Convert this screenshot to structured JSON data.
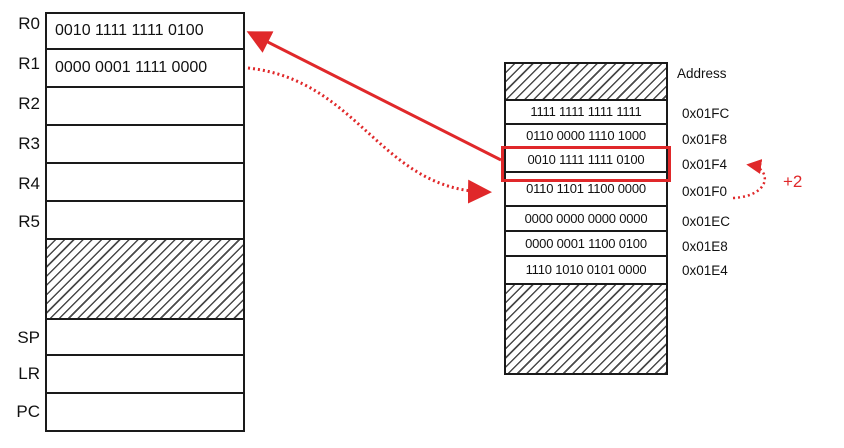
{
  "registers": [
    {
      "name": "R0",
      "value": "0010 1111 1111 0100"
    },
    {
      "name": "R1",
      "value": "0000 0001 1111 0000"
    },
    {
      "name": "R2",
      "value": ""
    },
    {
      "name": "R3",
      "value": ""
    },
    {
      "name": "R4",
      "value": ""
    },
    {
      "name": "R5",
      "value": ""
    },
    {
      "name": "SP",
      "value": ""
    },
    {
      "name": "LR",
      "value": ""
    },
    {
      "name": "PC",
      "value": ""
    }
  ],
  "memory": {
    "header": "Address",
    "cells": [
      {
        "value": "1111 1111 1111 1111",
        "address": "0x01FC"
      },
      {
        "value": "0110 0000 1110 1000",
        "address": "0x01F8"
      },
      {
        "value": "0010 1111 1111 0100",
        "address": "0x01F4"
      },
      {
        "value": "0110 1101 1100 0000",
        "address": "0x01F0"
      },
      {
        "value": "0000 0000 0000 0000",
        "address": "0x01EC"
      },
      {
        "value": "0000 0001 1100 0100",
        "address": "0x01E8"
      },
      {
        "value": "1110 1010 0101 0000",
        "address": "0x01E4"
      }
    ]
  },
  "annotations": {
    "offset": "+2"
  },
  "colors": {
    "accent": "#e0282a",
    "border": "#1a1a1a"
  }
}
